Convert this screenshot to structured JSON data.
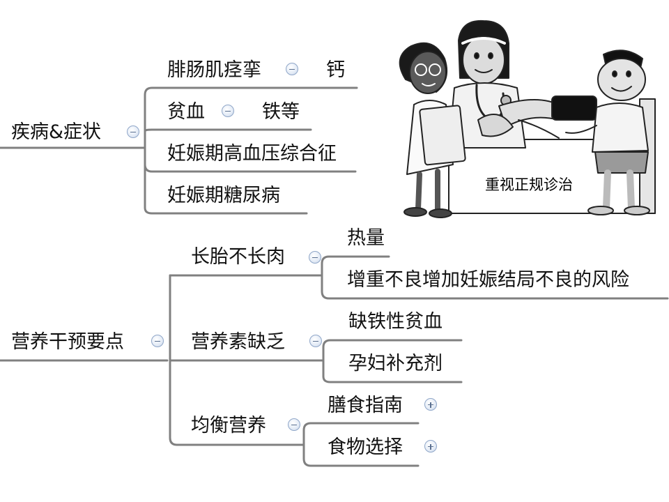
{
  "branches": {
    "disease": {
      "label": "疾病&症状",
      "children": [
        {
          "label": "腓肠肌痉挛",
          "note": "钙"
        },
        {
          "label": "贫血",
          "note": "铁等"
        },
        {
          "label": "妊娠期高血压综合征"
        },
        {
          "label": "妊娠期糖尿病"
        }
      ]
    },
    "nutrition": {
      "label": "营养干预要点",
      "children": [
        {
          "label": "长胎不长肉",
          "children": [
            {
              "label": "热量"
            },
            {
              "label": "增重不良增加妊娠结局不良的风险"
            }
          ]
        },
        {
          "label": "营养素缺乏",
          "children": [
            {
              "label": "缺铁性贫血"
            },
            {
              "label": "孕妇补充剂"
            }
          ]
        },
        {
          "label": "均衡营养",
          "children": [
            {
              "label": "膳食指南",
              "state": "collapsed"
            },
            {
              "label": "食物选择",
              "state": "collapsed"
            }
          ]
        }
      ]
    }
  },
  "illustration": {
    "caption": "重视正规诊治"
  },
  "colors": {
    "line": "#808080",
    "toggle_border": "#8fa6c8",
    "text": "#111111"
  },
  "icons": {
    "collapse": "minus-circle-icon",
    "expand": "plus-circle-icon"
  }
}
